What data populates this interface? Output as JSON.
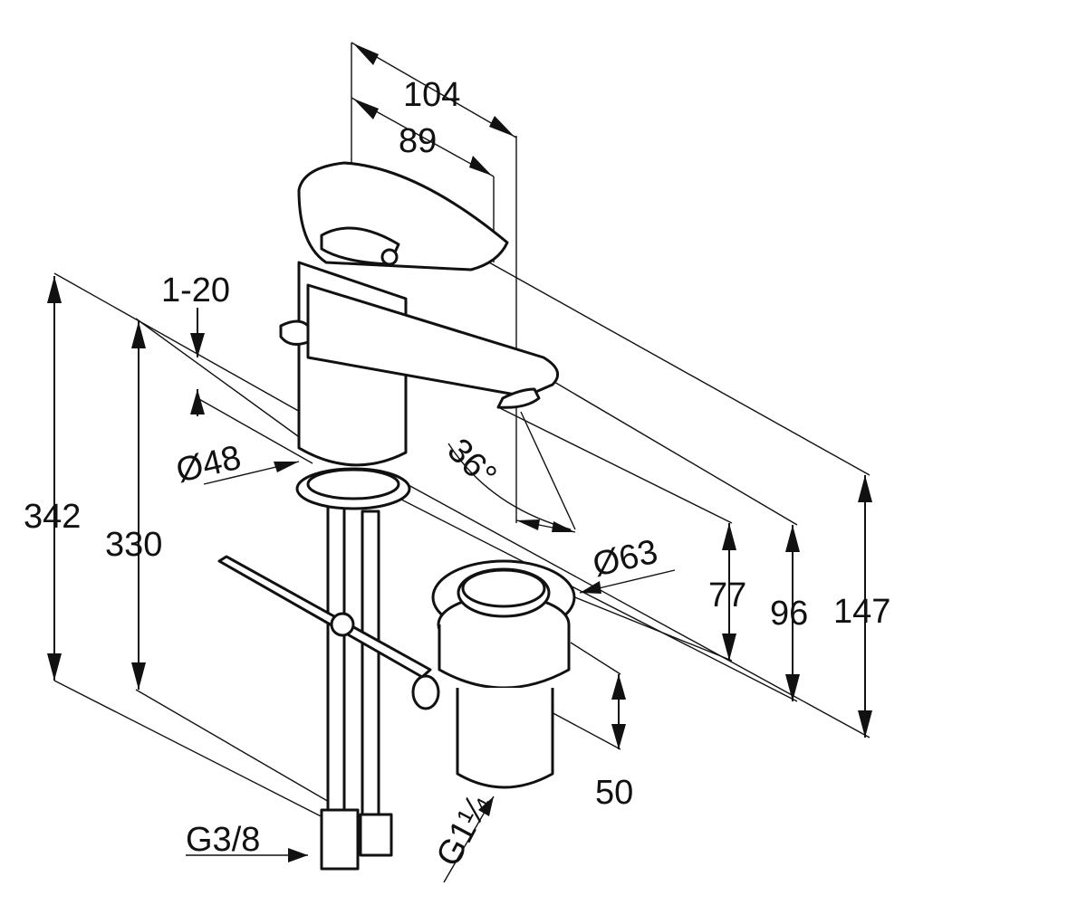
{
  "dimensions": {
    "d104": "104",
    "d89": "89",
    "d1_20": "1-20",
    "d48": "Ø48",
    "d36": "36°",
    "d342": "342",
    "d330": "330",
    "d63": "Ø63",
    "d77": "77",
    "d96": "96",
    "d147": "147",
    "d50": "50",
    "g38": "G3/8",
    "g114": "G1¼"
  }
}
